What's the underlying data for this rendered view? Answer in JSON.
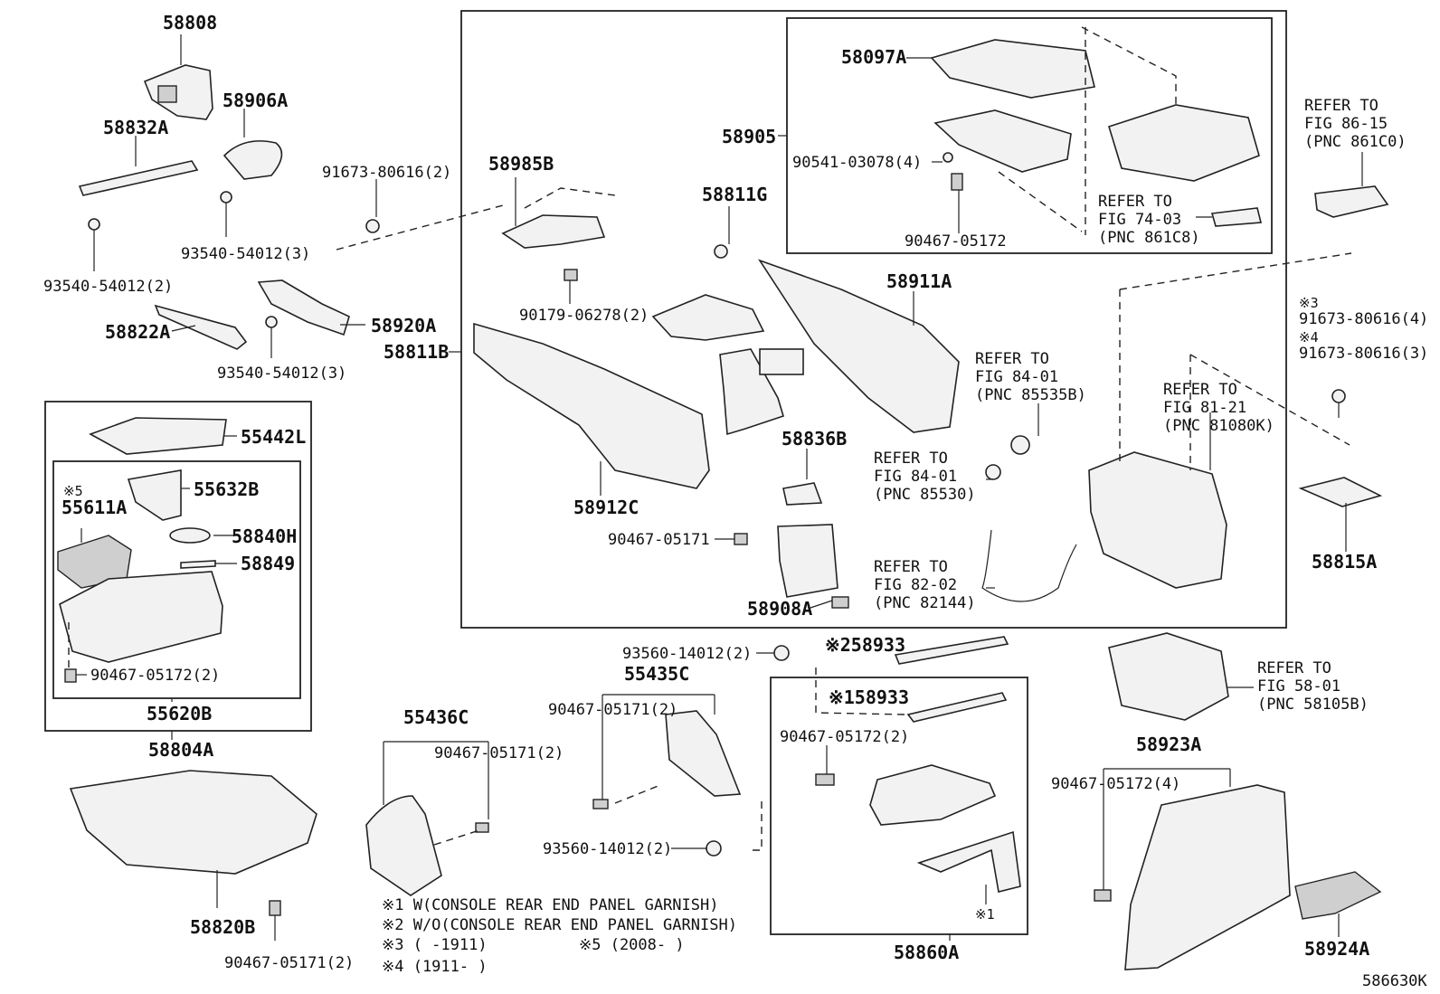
{
  "diagram_id": "586630K",
  "labels": [
    {
      "id": "58808",
      "text": "58808"
    },
    {
      "id": "58906A",
      "text": "58906A"
    },
    {
      "id": "58832A",
      "text": "58832A"
    },
    {
      "id": "91673-80616-2",
      "text": "91673-80616(2)"
    },
    {
      "id": "93540-54012-3a",
      "text": "93540-54012(3)"
    },
    {
      "id": "93540-54012-2",
      "text": "93540-54012(2)"
    },
    {
      "id": "58822A",
      "text": "58822A"
    },
    {
      "id": "58920A",
      "text": "58920A"
    },
    {
      "id": "58811B",
      "text": "58811B"
    },
    {
      "id": "93540-54012-3b",
      "text": "93540-54012(3)"
    },
    {
      "id": "55442L",
      "text": "55442L"
    },
    {
      "id": "note5a",
      "text": "※5"
    },
    {
      "id": "55611A",
      "text": "55611A"
    },
    {
      "id": "55632B",
      "text": "55632B"
    },
    {
      "id": "58840H",
      "text": "58840H"
    },
    {
      "id": "58849",
      "text": "58849"
    },
    {
      "id": "90467-05172-2a",
      "text": "90467-05172(2)"
    },
    {
      "id": "55620B",
      "text": "55620B"
    },
    {
      "id": "58804A",
      "text": "58804A"
    },
    {
      "id": "58820B",
      "text": "58820B"
    },
    {
      "id": "90467-05171-2c",
      "text": "90467-05171(2)"
    },
    {
      "id": "55436C",
      "text": "55436C"
    },
    {
      "id": "90467-05171-2b",
      "text": "90467-05171(2)"
    },
    {
      "id": "58985B",
      "text": "58985B"
    },
    {
      "id": "90179-06278",
      "text": "90179-06278(2)"
    },
    {
      "id": "58811G",
      "text": "58811G"
    },
    {
      "id": "58912C",
      "text": "58912C"
    },
    {
      "id": "58836B",
      "text": "58836B"
    },
    {
      "id": "90467-05171a",
      "text": "90467-05171"
    },
    {
      "id": "58908A",
      "text": "58908A"
    },
    {
      "id": "58905",
      "text": "58905"
    },
    {
      "id": "58097A",
      "text": "58097A"
    },
    {
      "id": "90541-03078",
      "text": "90541-03078(4)"
    },
    {
      "id": "90467-05172a",
      "text": "90467-05172"
    },
    {
      "id": "ref7403a",
      "text": "REFER TO"
    },
    {
      "id": "ref7403b",
      "text": "FIG 74-03"
    },
    {
      "id": "ref7403c",
      "text": "(PNC 861C8)"
    },
    {
      "id": "58911A",
      "text": "58911A"
    },
    {
      "id": "ref8401a1",
      "text": "REFER TO"
    },
    {
      "id": "ref8401a2",
      "text": "FIG 84-01"
    },
    {
      "id": "ref8401a3",
      "text": "(PNC 85535B)"
    },
    {
      "id": "ref8401b1",
      "text": "REFER TO"
    },
    {
      "id": "ref8401b2",
      "text": "FIG 84-01"
    },
    {
      "id": "ref8401b3",
      "text": "(PNC 85530)"
    },
    {
      "id": "ref8202a",
      "text": "REFER TO"
    },
    {
      "id": "ref8202b",
      "text": "FIG 82-02"
    },
    {
      "id": "ref8202c",
      "text": "(PNC 82144)"
    },
    {
      "id": "ref8121a",
      "text": "REFER TO"
    },
    {
      "id": "ref8121b",
      "text": "FIG 81-21"
    },
    {
      "id": "ref8121c",
      "text": "(PNC 81080K)"
    },
    {
      "id": "ref8615a",
      "text": "REFER TO"
    },
    {
      "id": "ref8615b",
      "text": "FIG 86-15"
    },
    {
      "id": "ref8615c",
      "text": "(PNC 861C0)"
    },
    {
      "id": "note3",
      "text": "※3"
    },
    {
      "id": "91673-80616-4",
      "text": "91673-80616(4)"
    },
    {
      "id": "note4",
      "text": "※4"
    },
    {
      "id": "91673-80616-3",
      "text": "91673-80616(3)"
    },
    {
      "id": "58815A",
      "text": "58815A"
    },
    {
      "id": "93560-14012-2a",
      "text": "93560-14012(2)"
    },
    {
      "id": "58933-2",
      "text": "※258933"
    },
    {
      "id": "58933-1",
      "text": "※158933"
    },
    {
      "id": "55435C",
      "text": "55435C"
    },
    {
      "id": "90467-05171-2a",
      "text": "90467-05171(2)"
    },
    {
      "id": "90467-05172-2b",
      "text": "90467-05172(2)"
    },
    {
      "id": "93560-14012-2b",
      "text": "93560-14012(2)"
    },
    {
      "id": "note1small",
      "text": "※1"
    },
    {
      "id": "58860A",
      "text": "58860A"
    },
    {
      "id": "ref5801a",
      "text": "REFER TO"
    },
    {
      "id": "ref5801b",
      "text": "FIG 58-01"
    },
    {
      "id": "ref5801c",
      "text": "(PNC 58105B)"
    },
    {
      "id": "58923A",
      "text": "58923A"
    },
    {
      "id": "90467-05172-4",
      "text": "90467-05172(4)"
    },
    {
      "id": "58924A",
      "text": "58924A"
    },
    {
      "id": "legend1",
      "text": "※1  W(CONSOLE REAR END PANEL GARNISH)"
    },
    {
      "id": "legend2",
      "text": "※2 W/O(CONSOLE REAR END PANEL GARNISH)"
    },
    {
      "id": "legend3",
      "text": "※3 (    -1911)"
    },
    {
      "id": "legend5",
      "text": "※5 (2008-    )"
    },
    {
      "id": "legend4",
      "text": "※4 (1911-    )"
    },
    {
      "id": "code",
      "text": "586630K"
    }
  ]
}
